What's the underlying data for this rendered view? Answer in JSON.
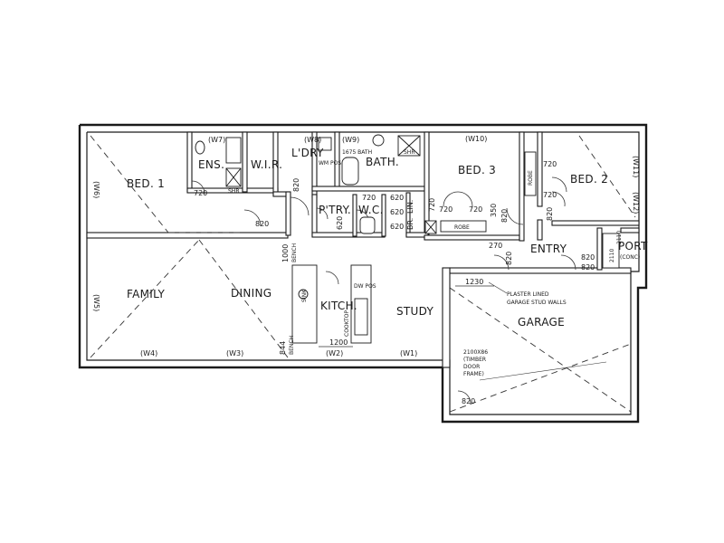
{
  "rooms": {
    "bed1": "BED. 1",
    "ens": "ENS.",
    "wir": "W.I.R.",
    "ldry": "L'DRY",
    "bath": "BATH.",
    "bed3": "BED. 3",
    "bed2": "BED. 2",
    "ptry": "P'TRY.",
    "wc": "W.C.",
    "lin": "LIN.",
    "br": "BR.",
    "family": "FAMILY",
    "dining": "DINING",
    "kitch": "KITCH.",
    "study": "STUDY",
    "entry": "ENTRY",
    "garage": "GARAGE",
    "port": "PORT",
    "port_sub": "(CONC)"
  },
  "windows": {
    "w7": "(W7)",
    "w8": "(W8)",
    "w9": "(W9)",
    "w10": "(W10)",
    "w11": "(W11)",
    "w12": "(W12)",
    "w6": "(W6)",
    "w5": "(W5)",
    "w4": "(W4)",
    "w3": "(W3)",
    "w2": "(W2)",
    "w1": "(W1)"
  },
  "doors": {
    "ens": "720",
    "shr1": "SHR",
    "wir": "820",
    "bed1": "820",
    "ldry": "820",
    "ptry": "620",
    "wc1": "720",
    "wc2": "620",
    "wc3": "620",
    "wc4": "620",
    "lin": "720",
    "bed3a": "720",
    "bed3b": "720",
    "bed3c": "820",
    "bed2a": "720",
    "bed2b": "720",
    "bed2c": "820",
    "entry": "820",
    "entry2": "820",
    "garage": "820",
    "p1": "820"
  },
  "annotations": {
    "robe1": "ROBE",
    "robe2": "ROBE",
    "shr2": "SHR",
    "ldry_items": "1675 BATH",
    "wm_pos": "WM POS",
    "dw_pos": "DW POS",
    "sink": "SINK",
    "cooktop": "COOKTOP",
    "bench1000": "1000",
    "bench1000_label": "BENCH",
    "bench844": "844",
    "bench844_label": "BENCH",
    "dim1200": "1200",
    "dim1230": "1230",
    "dim350": "350",
    "dim270": "270",
    "dim2110": "2110",
    "dim2110b": "2110",
    "plaster_line1": "PLASTER LINED",
    "plaster_line2": "GARAGE STUD WALLS",
    "timber_1": "2100X86",
    "timber_2": "(TIMBER",
    "timber_3": "DOOR",
    "timber_4": "FRAME)"
  }
}
